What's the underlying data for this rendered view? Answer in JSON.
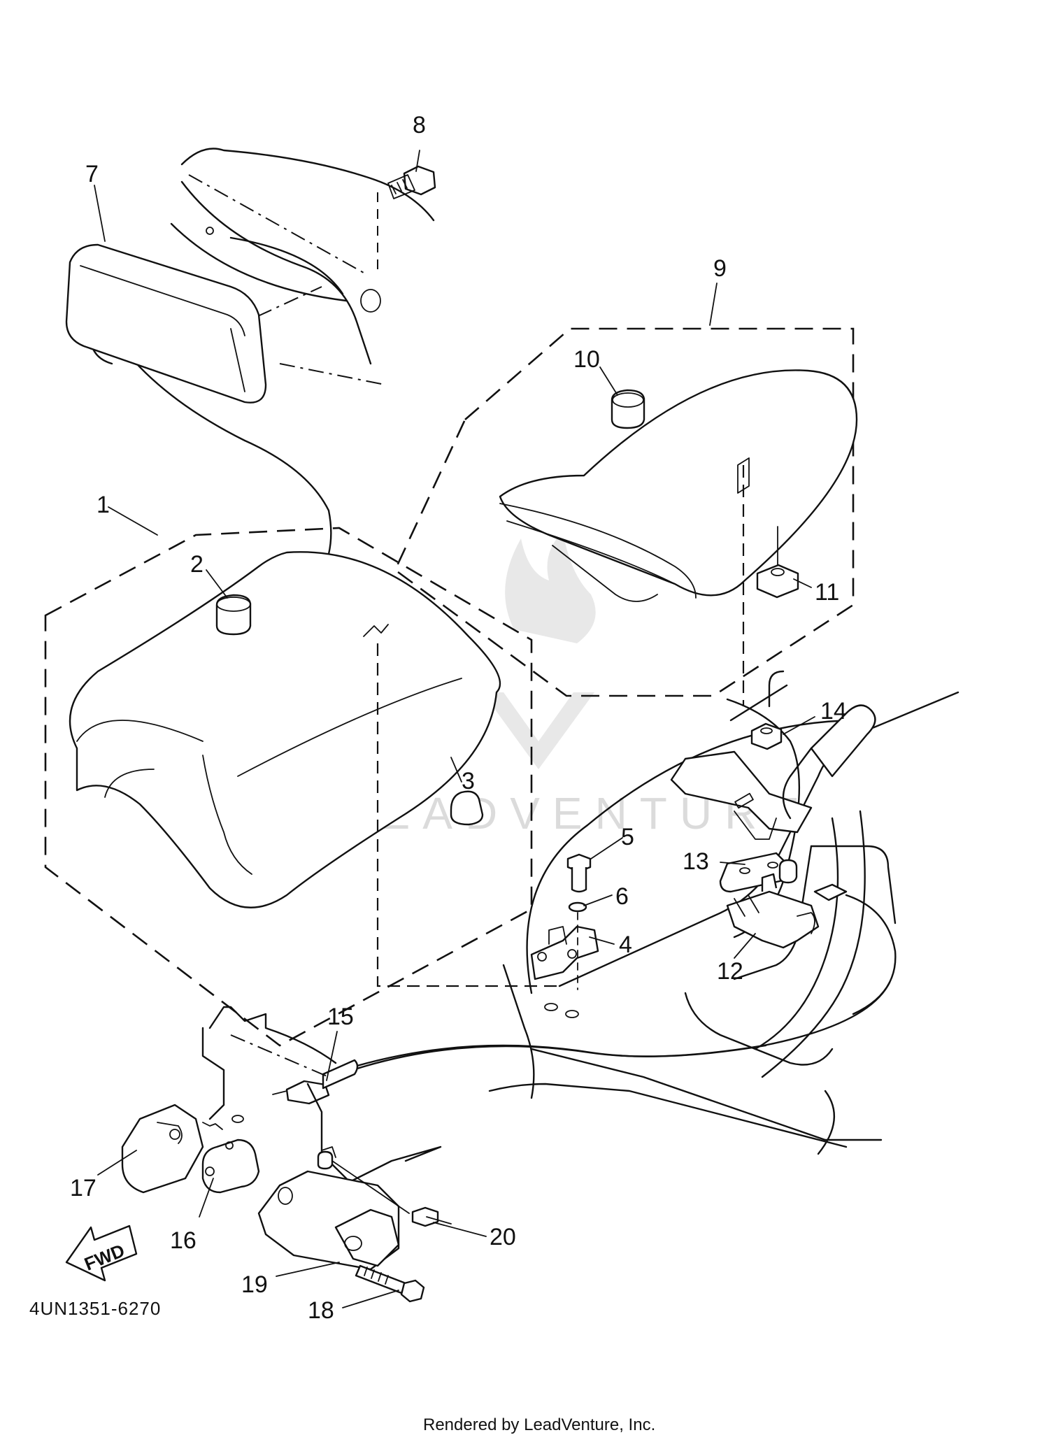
{
  "diagram": {
    "callouts": {
      "c1": "1",
      "c2": "2",
      "c3": "3",
      "c4": "4",
      "c5": "5",
      "c6": "6",
      "c7": "7",
      "c8": "8",
      "c9": "9",
      "c10": "10",
      "c11": "11",
      "c12": "12",
      "c13": "13",
      "c14": "14",
      "c15": "15",
      "c16": "16",
      "c17": "17",
      "c18": "18",
      "c19": "19",
      "c20": "20"
    },
    "fwd_label": "FWD",
    "diagram_code": "4UN1351-6270",
    "watermark": "LEADVENTURE",
    "footer": "Rendered by LeadVenture, Inc."
  }
}
